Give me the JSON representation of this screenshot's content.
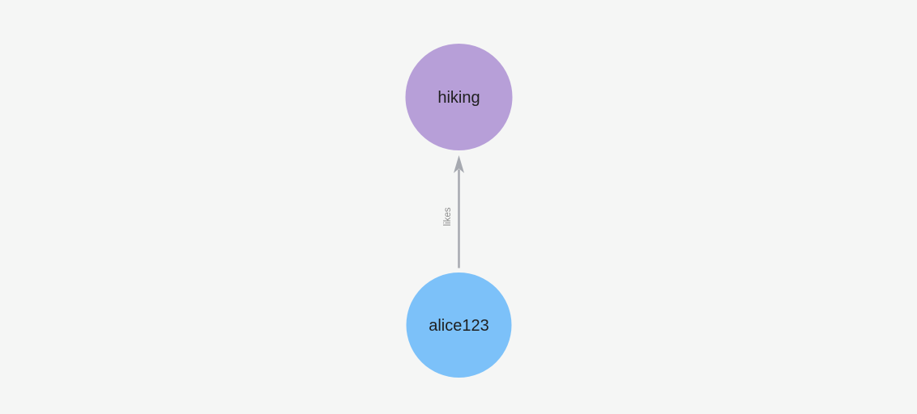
{
  "canvas": {
    "background": "#f5f6f5"
  },
  "graph": {
    "nodes": [
      {
        "label": "hiking",
        "color": "#b79fd8",
        "label_color": "#1f1f1f"
      },
      {
        "label": "alice123",
        "color": "#7cc1f9",
        "label_color": "#1f1f1f"
      }
    ],
    "edge": {
      "label": "likes",
      "color": "#a6a9b0",
      "label_color": "#8d8d8d"
    }
  }
}
